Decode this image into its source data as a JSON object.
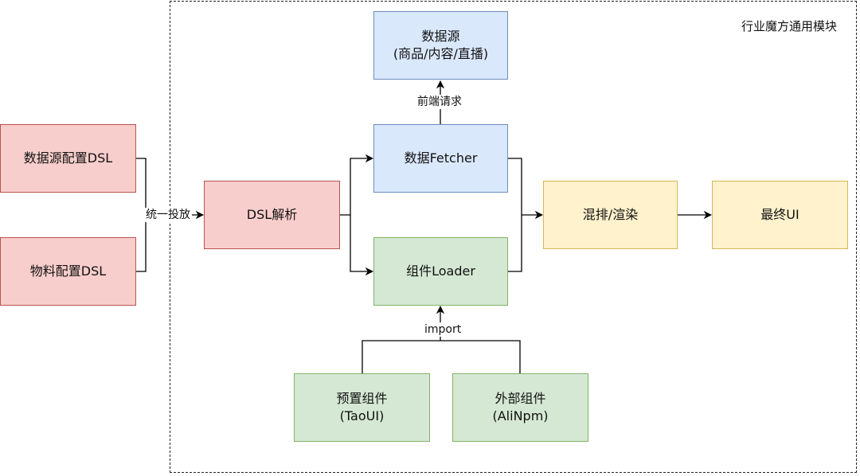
{
  "module": {
    "title": "行业魔方通用模块"
  },
  "nodes": {
    "datasource_dsl": {
      "label": "数据源配置DSL"
    },
    "material_dsl": {
      "label": "物料配置DSL"
    },
    "dsl_parse": {
      "label": "DSL解析"
    },
    "datasource": {
      "line1": "数据源",
      "line2": "(商品/内容/直播)"
    },
    "data_fetcher": {
      "label": "数据Fetcher"
    },
    "component_loader": {
      "label": "组件Loader"
    },
    "mix_render": {
      "label": "混排/渲染"
    },
    "final_ui": {
      "label": "最终UI"
    },
    "preset_component": {
      "line1": "预置组件",
      "line2": "(TaoUI)"
    },
    "external_component": {
      "line1": "外部组件",
      "line2": "(AliNpm)"
    }
  },
  "edge_labels": {
    "unified_delivery": "统一投放",
    "frontend_request": "前端请求",
    "import": "import"
  },
  "colors": {
    "red_fill": "#f8cecc",
    "red_stroke": "#b85450",
    "blue_fill": "#dae8fc",
    "blue_stroke": "#6c8ebf",
    "green_fill": "#d5e8d4",
    "green_stroke": "#82b366",
    "yellow_fill": "#fff2cc",
    "yellow_stroke": "#d6b656"
  }
}
